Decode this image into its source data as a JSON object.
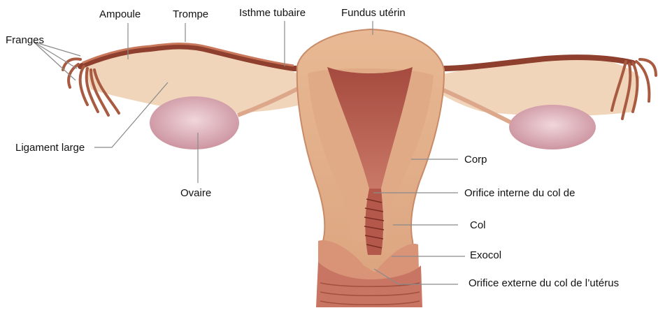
{
  "labels": {
    "franges": "Franges",
    "ampoule": "Ampoule",
    "trompe": "Trompe",
    "isthme": "Isthme tubaire",
    "fundus": "Fundus utérin",
    "ligament": "Ligament large",
    "ovaire": "Ovaire",
    "corp": "Corp",
    "orifice_interne": "Orifice interne du col de",
    "col": "Col",
    "exocol": "Exocol",
    "orifice_externe": "Orifice externe du col de l’utérus"
  },
  "colors": {
    "tissue": "#e7b592",
    "tissue_dark": "#c98a67",
    "cavity": "#b45a4c",
    "tube": "#8e3f2e",
    "ovary": "#dcb0b8",
    "leader_line": "#8a8a8a"
  }
}
